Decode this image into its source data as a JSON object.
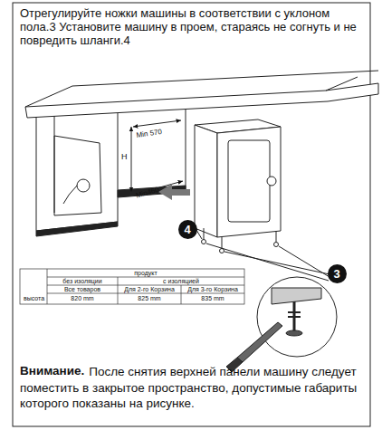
{
  "diagram": {
    "nodes": [
      {
        "text": [
          "4"
        ]
      },
      {
        "text": [
          "3"
        ]
      }
    ],
    "edges": [],
    "labels": [
      "Отрегулируйте ножки машины в соответствии с уклоном пола.3 Установите машину в проем, стараясь не согнуть и не повредить шланги.4",
      "Min 570",
      "H",
      "Min460",
      "продукт",
      "без изоляции",
      "с изоляцией",
      "Все товаров",
      "Для 2-го Корзина",
      "Для 3-го Корзина",
      "высота",
      "820 mm",
      "825 mm",
      "835 mm",
      "Внимание.",
      "После снятия верхней панели машину следует поместить в закрытое пространство, допустимые габариты которого показаны на рисунке."
    ]
  }
}
